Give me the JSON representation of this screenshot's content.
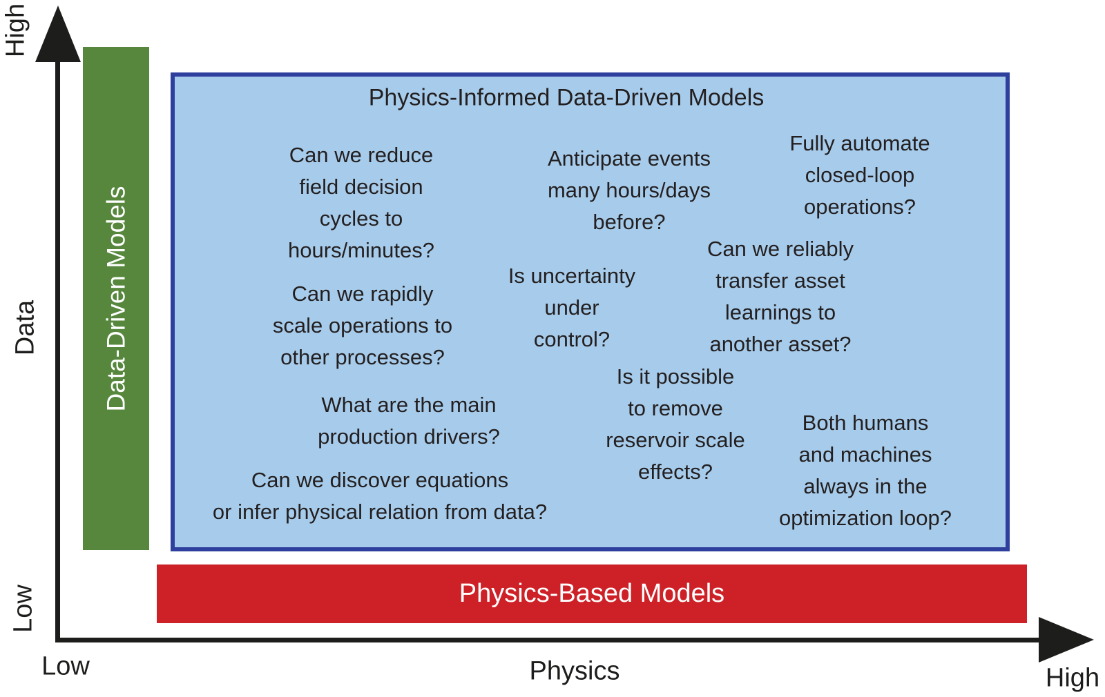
{
  "axes": {
    "y_axis": {
      "arrow_label_top": "High",
      "title": "Data",
      "label_bottom": "Low"
    },
    "x_axis": {
      "label_left": "Low",
      "title": "Physics",
      "arrow_label_right": "High"
    }
  },
  "bars": {
    "data_driven": {
      "label": "Data-Driven Models",
      "color": "#56873d",
      "text_color": "#ffffff"
    },
    "physics_based": {
      "label": "Physics-Based Models",
      "color": "#cd2127",
      "text_color": "#ffffff"
    }
  },
  "box": {
    "title": "Physics-Informed Data-Driven Models",
    "fill_color": "#a7cceb",
    "border_color": "#2e3f9e",
    "text_color": "#231f20",
    "questions": [
      "Can we reduce\nfield decision\ncycles to\nhours/minutes?",
      "Anticipate events\nmany hours/days\nbefore?",
      "Fully automate\nclosed-loop\noperations?",
      "Can we rapidly\nscale operations to\nother processes?",
      "Is uncertainty\nunder\ncontrol?",
      "Can we reliably\ntransfer asset\nlearnings to\nanother asset?",
      "What are the main\nproduction drivers?",
      "Is it possible\nto remove\nreservoir scale\neffects?",
      "Both humans\nand machines\nalways in the\noptimization loop?",
      "Can we discover equations\nor infer physical relation from data?"
    ]
  }
}
